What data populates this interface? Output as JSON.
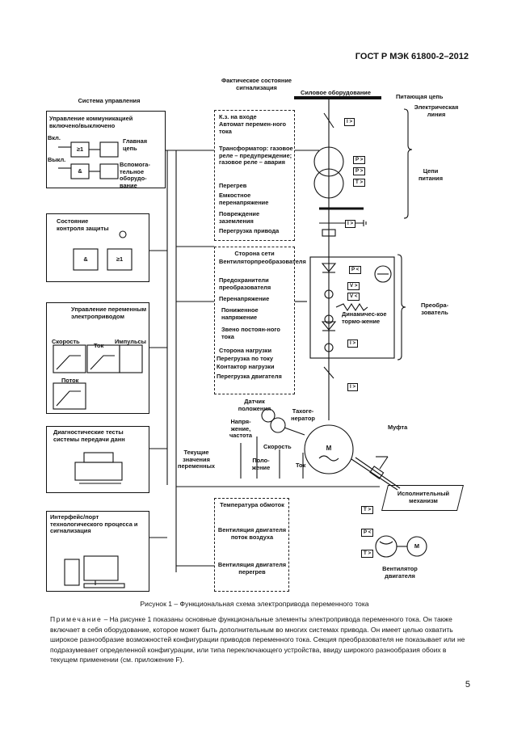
{
  "header": {
    "standard": "ГОСТ Р МЭК 61800-2–2012"
  },
  "diagram": {
    "col_heads": {
      "signalling": "Фактическое состояние сигнализация",
      "power": "Силовое оборудование",
      "supply": "Питающая цепь"
    },
    "control_system": "Система управления",
    "block_comm": {
      "title": "Управление коммуникацией включено/выключено",
      "on": "Вкл.",
      "off": "Выкл.",
      "g1": "≥1",
      "g2": "&",
      "main": "Главная цепь",
      "aux": "Вспомога-тельное оборудо-вание"
    },
    "block_protect": {
      "title": "Состояние контроля защиты",
      "g1": "&",
      "g2": "≥1"
    },
    "block_drive": {
      "title": "Управление переменным электроприводом",
      "speed": "Скорость",
      "current": "Ток",
      "pulses": "Импульсы",
      "flux": "Поток"
    },
    "block_diag": {
      "title": "Диагностические тесты системы передачи данн"
    },
    "block_iface": {
      "title": "Интерфейс/порт технологического процесса и сигнализация"
    },
    "sig_list_1": [
      "К.з. на входе",
      "Автомат перемен-ного тока",
      "Трансформатор: газовое реле – предупреждение; газовое реле – авария",
      "Перегрев",
      "Емкостное перенапряжение",
      "Повреждение заземления",
      "Перегрузка привода"
    ],
    "sig_list_2": [
      "Сторона сети",
      "Вентиляторпреобразователя",
      "Предохранители преобразователя",
      "Перенапряжение",
      "Пониженное напряжение",
      "Звено постоян-ного тока",
      "Сторона нагрузки",
      "Перегрузка по току",
      "Контактор нагрузки",
      "Перегрузка двигателя"
    ],
    "sig_list_3": [
      "Температура обмоток",
      "Вентиляция двигателя поток воздуха",
      "Вентиляция двигателя перегрев"
    ],
    "supply_labels": {
      "line": "Электрическая линия",
      "circuits": "Цепи питания"
    },
    "converter": "Преобра-зователь",
    "braking": "Динамичес-кое тормо-жение",
    "prot_labels": [
      "I >",
      "P >",
      "P >",
      "T >",
      "I >",
      "P <",
      "V >",
      "V <",
      "I >",
      "I >",
      "T >",
      "P <",
      "T >"
    ],
    "sensors": {
      "position": "Датчик положения",
      "tacho": "Тахоге-нератор",
      "voltage": "Напря-жение, частота",
      "speed": "Скорость",
      "pos": "Поло-жение",
      "current": "Ток",
      "variables": "Текущие значения переменных"
    },
    "motor": "М",
    "coupling": "Муфта",
    "mechanism": "Исполнительный механизм",
    "fan": "Вентилятор двигателя",
    "fan_motor": "М"
  },
  "caption": "Рисунок 1 – Функциональная схема электропривода переменного тока",
  "note": {
    "label": "Примечание",
    "text": " – На рисунке 1 показаны основные функциональные элементы электропривода переменного тока. Он также включает в себя оборудование, которое может быть дополнительным во многих системах привода. Он имеет целью охватить широкое разнообразие возможностей конфигурации приводов переменного тока. Секция преобразователя не показывает или не подразумевает определенной конфигурации, или типа переключающего устройства, ввиду широкого разнообразия обоих в текущем применении (см. приложение F)."
  },
  "page_number": "5"
}
